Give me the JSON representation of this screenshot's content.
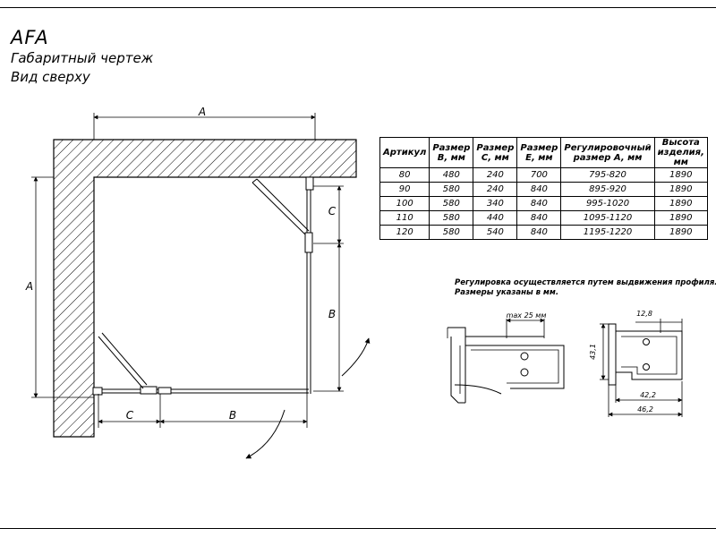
{
  "title": {
    "model": "AFA",
    "subtitle1": "Габаритный чертеж",
    "subtitle2": "Вид сверху"
  },
  "drawing": {
    "dim_labels": {
      "A": "A",
      "B": "B",
      "C": "C"
    }
  },
  "spec_table": {
    "headers": [
      "Артикул",
      "Размер B, мм",
      "Размер C, мм",
      "Размер E, мм",
      "Регулировочный размер A, мм",
      "Высота изделия, мм"
    ],
    "rows": [
      [
        "80",
        "480",
        "240",
        "700",
        "795-820",
        "1890"
      ],
      [
        "90",
        "580",
        "240",
        "840",
        "895-920",
        "1890"
      ],
      [
        "100",
        "580",
        "340",
        "840",
        "995-1020",
        "1890"
      ],
      [
        "110",
        "580",
        "440",
        "840",
        "1095-1120",
        "1890"
      ],
      [
        "120",
        "580",
        "540",
        "840",
        "1195-1220",
        "1890"
      ]
    ]
  },
  "notes": {
    "line1": "Регулировка осуществляется путем выдвижения профиля.",
    "line2": "Размеры указаны в мм."
  },
  "profile": {
    "max_label": "max 25 мм",
    "dim_12_8": "12,8",
    "dim_43_1": "43,1",
    "dim_42_2": "42,2",
    "dim_46_2": "46,2"
  }
}
